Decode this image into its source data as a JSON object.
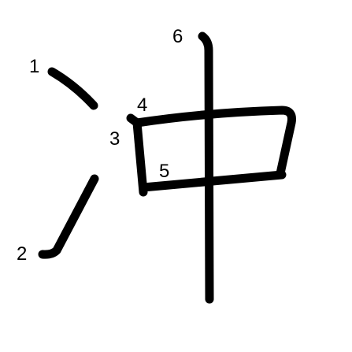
{
  "diagram": {
    "strokes": [
      {
        "order": "1",
        "label": "1"
      },
      {
        "order": "2",
        "label": "2"
      },
      {
        "order": "3",
        "label": "3"
      },
      {
        "order": "4",
        "label": "4"
      },
      {
        "order": "5",
        "label": "5"
      },
      {
        "order": "6",
        "label": "6"
      }
    ],
    "colors": {
      "ink": "#000000",
      "background": "#ffffff"
    }
  }
}
